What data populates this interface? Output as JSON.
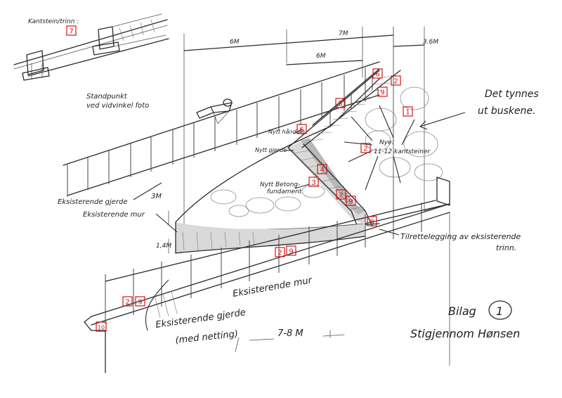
{
  "labels": {
    "kantstein_trinn": "Kantstein/trinn :",
    "standpunkt_1": "Standpunkt",
    "standpunkt_2": "ved vidvinkel foto",
    "det_tynnes_1": "Det tynnes",
    "det_tynnes_2": "ut buskene.",
    "nytt_handlop": "Nytt håndløp",
    "nytt_gjerde": "Nytt gjerde",
    "nye_1": "Nye:",
    "nye_2": "11-12 kantsteiner",
    "nytt_betong_1": "Nytt Betong-",
    "nytt_betong_2": "fundament",
    "eksisterende_gjerde_top": "Eksisterende gjerde",
    "eksisterende_mur_left": "Eksisterende mur",
    "eksisterende_mur_bottom": "Eksisterende mur",
    "eksisterende_gjerde_bottom_1": "Eksisterende gjerde",
    "eksisterende_gjerde_bottom_2": "(med netting)",
    "tilrettelegging_1": "Tilrettelegging av eksisterende",
    "tilrettelegging_2": "trinn.",
    "bilag": "Bilag",
    "bilag_number": "1",
    "stigjennom": "Stigjennom Hønsen"
  },
  "dimensions": {
    "d6m_top": "6M",
    "d7m": "7M",
    "d3_6m": "3.6M",
    "d6m_mid": "6M",
    "d3m": "3M",
    "d14m": "1,4M",
    "d7_8m": "7-8 M"
  },
  "markers": [
    {
      "id": "m7-kantstein",
      "value": "7"
    },
    {
      "id": "m6-top",
      "value": "6"
    },
    {
      "id": "m2-top",
      "value": "2"
    },
    {
      "id": "m9-top",
      "value": "9"
    },
    {
      "id": "m5",
      "value": "5"
    },
    {
      "id": "m1",
      "value": "1"
    },
    {
      "id": "m6-mid",
      "value": "6"
    },
    {
      "id": "m2-mid",
      "value": "2"
    },
    {
      "id": "m4",
      "value": "4"
    },
    {
      "id": "m3",
      "value": "3"
    },
    {
      "id": "m2-low",
      "value": "2"
    },
    {
      "id": "m9-low",
      "value": "9"
    },
    {
      "id": "m8",
      "value": "8"
    },
    {
      "id": "m2-front",
      "value": "2"
    },
    {
      "id": "m9-front",
      "value": "9"
    },
    {
      "id": "m2-left",
      "value": "2"
    },
    {
      "id": "m9-left",
      "value": "9"
    },
    {
      "id": "m10",
      "value": "10"
    }
  ],
  "colors": {
    "pencil": "#2a2a2a",
    "marker": "#d01818",
    "paper": "#ffffff"
  }
}
